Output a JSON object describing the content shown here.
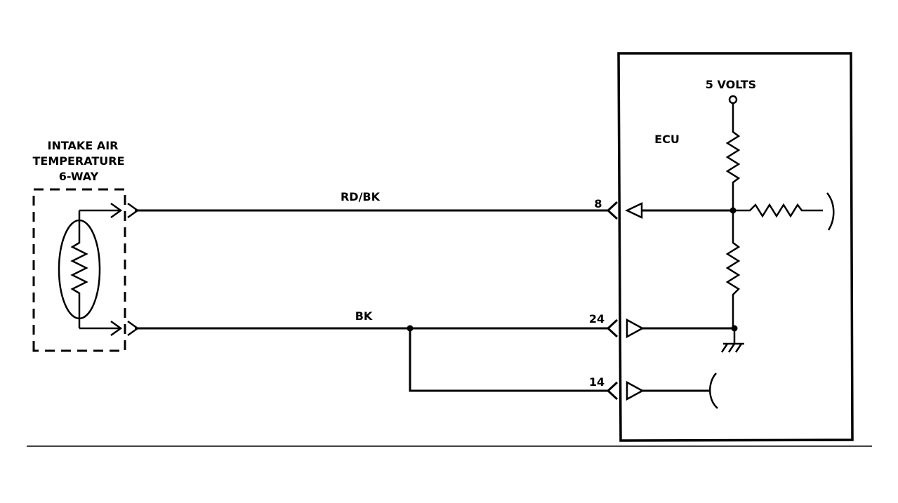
{
  "sensor": {
    "label_line1": "INTAKE AIR",
    "label_line2": "TEMPERATURE",
    "label_line3": "6-WAY"
  },
  "ecu": {
    "label": "ECU",
    "supply_label": "5 VOLTS"
  },
  "wires": {
    "signal_color": "RD/BK",
    "ground_color": "BK"
  },
  "pins": {
    "signal": "8",
    "ground": "24",
    "ground2": "14"
  }
}
